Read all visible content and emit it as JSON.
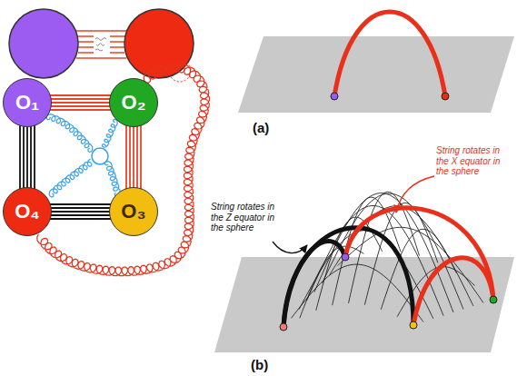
{
  "diagram": {
    "nodes": [
      {
        "text": [
          "O₁"
        ]
      },
      {
        "text": [
          "O₂"
        ]
      },
      {
        "text": [
          "O₄"
        ]
      },
      {
        "text": [
          "O₃"
        ]
      }
    ],
    "edges": [
      {
        "from": 0,
        "to": 1,
        "arrow": "none"
      },
      {
        "from": 1,
        "to": 3,
        "arrow": "none"
      },
      {
        "from": 3,
        "to": 2,
        "arrow": "none"
      },
      {
        "from": 2,
        "to": 0,
        "arrow": "none"
      }
    ],
    "labels": [
      "(a)",
      "(b)",
      "String rotates in the Z equator in the sphere",
      "String rotates in the X equator in the sphere"
    ]
  }
}
